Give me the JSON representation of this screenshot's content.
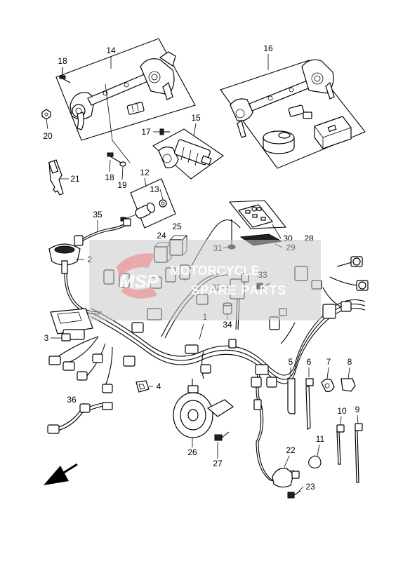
{
  "callouts": {
    "c1": "1",
    "c2": "2",
    "c3": "3",
    "c4": "4",
    "c5": "5",
    "c6": "6",
    "c7": "7",
    "c8": "8",
    "c9": "9",
    "c10": "10",
    "c11": "11",
    "c12": "12",
    "c13": "13",
    "c14": "14",
    "c15": "15",
    "c16": "16",
    "c17": "17",
    "c18a": "18",
    "c18b": "18",
    "c19": "19",
    "c20": "20",
    "c21": "21",
    "c22": "22",
    "c23": "23",
    "c24": "24",
    "c25": "25",
    "c26": "26",
    "c27": "27",
    "c28": "28",
    "c29": "29",
    "c30": "30",
    "c31": "31",
    "c32": "32",
    "c33": "33",
    "c34": "34",
    "c35": "35",
    "c36": "36"
  },
  "watermark": {
    "logo_text": "MSP",
    "line1": "MOTORCYCLE",
    "line2": "SPARE PARTS",
    "color": "#e8a0a0"
  },
  "direction_arrow": "front-arrow-icon"
}
